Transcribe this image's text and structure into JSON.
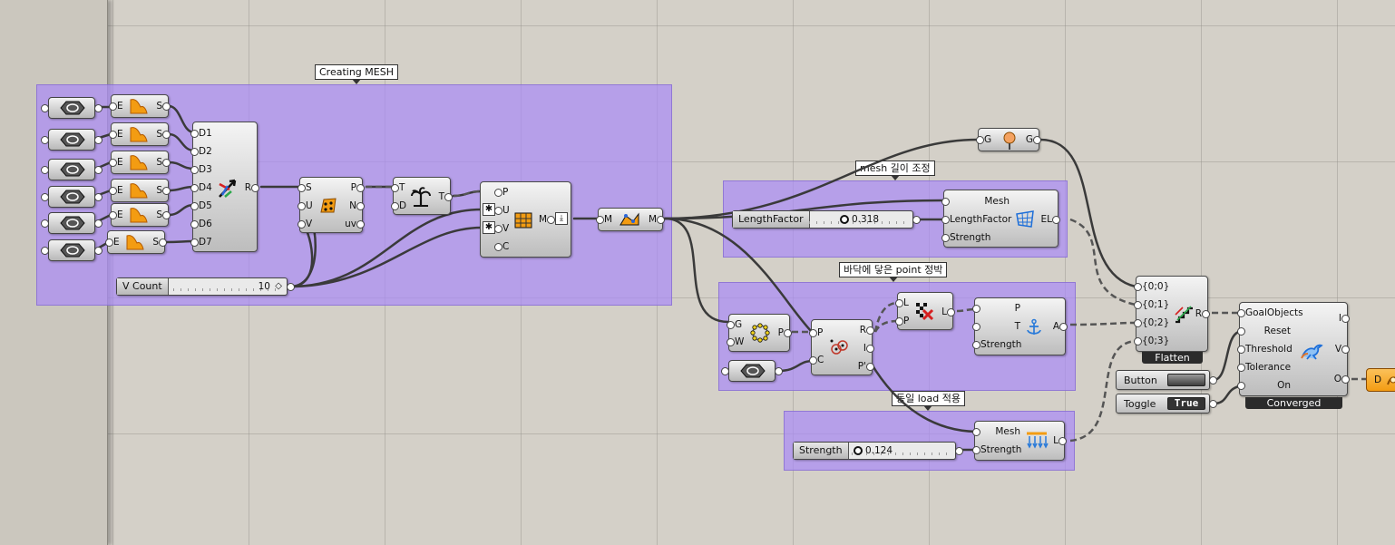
{
  "groups": {
    "creating_mesh": "Creating MESH",
    "length_adjust": "mesh 길이 조정",
    "floor_anchor": "바닥에 닿은 point 정박",
    "uniform_load": "동일 load 적용"
  },
  "pins": {
    "E": "E",
    "S": "S",
    "D1": "D1",
    "D2": "D2",
    "D3": "D3",
    "D4": "D4",
    "D5": "D5",
    "D6": "D6",
    "D7": "D7",
    "R": "R",
    "P": "P",
    "N": "N",
    "U": "U",
    "V": "V",
    "uv": "uv",
    "T": "T",
    "D": "D",
    "M": "M",
    "C": "C",
    "G": "G",
    "W": "W",
    "L": "L",
    "I": "I",
    "P_prime": "P'",
    "A": "A",
    "O": "O",
    "Mesh": "Mesh",
    "LengthFactor": "LengthFactor",
    "Strength": "Strength",
    "EL": "EL",
    "b00": "{0;0}",
    "b01": "{0;1}",
    "b02": "{0;2}",
    "b03": "{0;3}",
    "GoalObjects": "GoalObjects",
    "Reset": "Reset",
    "Threshold": "Threshold",
    "Tolerance": "Tolerance",
    "On": "On"
  },
  "sliders": {
    "v_count": {
      "label": "V Count",
      "value": "10"
    },
    "length_factor": {
      "label": "LengthFactor",
      "value": "0.318"
    },
    "strength": {
      "label": "Strength",
      "value": "0.124"
    }
  },
  "params": {
    "button_label": "Button",
    "toggle_label": "Toggle",
    "toggle_value": "True"
  },
  "labels": {
    "flatten": "Flatten",
    "converged": "Converged"
  },
  "colors": {
    "group_fill": "#aa8cf5",
    "canvas": "#d4d0c8",
    "output_param": "#f7a832"
  }
}
